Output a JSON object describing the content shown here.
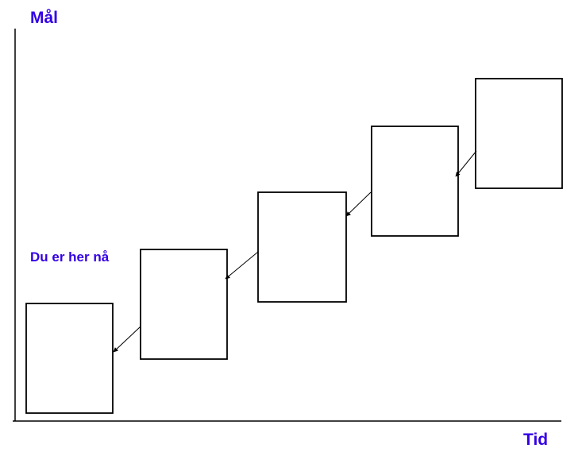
{
  "diagram": {
    "y_axis_label": "Mål",
    "x_axis_label": "Tid",
    "current_position_label": "Du er her nå",
    "step_count": 5,
    "label_color": "#3300e6",
    "line_color": "#000000"
  }
}
